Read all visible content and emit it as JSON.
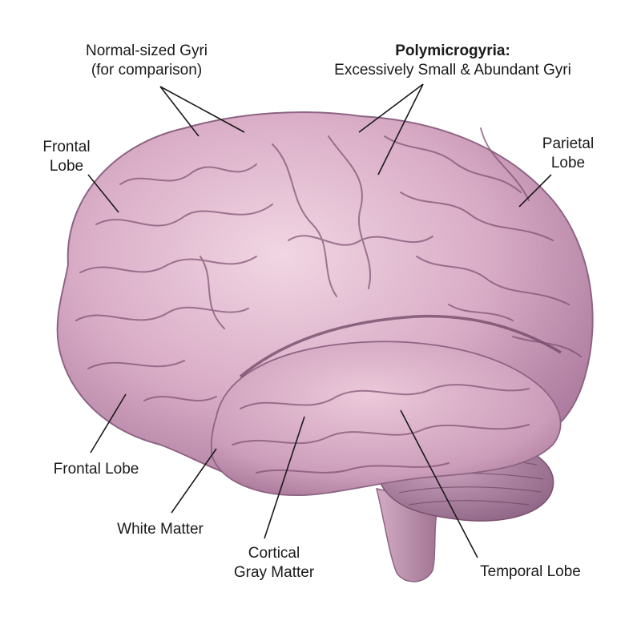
{
  "labels": {
    "normal_gyri": {
      "line1": "Normal-sized Gyri",
      "line2": "(for comparison)"
    },
    "polymicrogyria": {
      "line1": "Polymicrogyria:",
      "line2": "Excessively Small & Abundant Gyri"
    },
    "frontal_lobe_top": {
      "line1": "Frontal",
      "line2": "Lobe"
    },
    "parietal_lobe": {
      "line1": "Parietal",
      "line2": "Lobe"
    },
    "frontal_lobe_bottom": "Frontal Lobe",
    "white_matter": "White Matter",
    "cortical_gray_matter": {
      "line1": "Cortical",
      "line2": "Gray Matter"
    },
    "temporal_lobe": "Temporal Lobe"
  },
  "colors": {
    "brain_light": "#e8c4d6",
    "brain_mid": "#c996b5",
    "brain_dark": "#a9779b",
    "sulcus": "#7d4f70",
    "cerebellum": "#b48aa8",
    "brainstem": "#bf97b0",
    "leader_line": "#1a1a1a"
  }
}
